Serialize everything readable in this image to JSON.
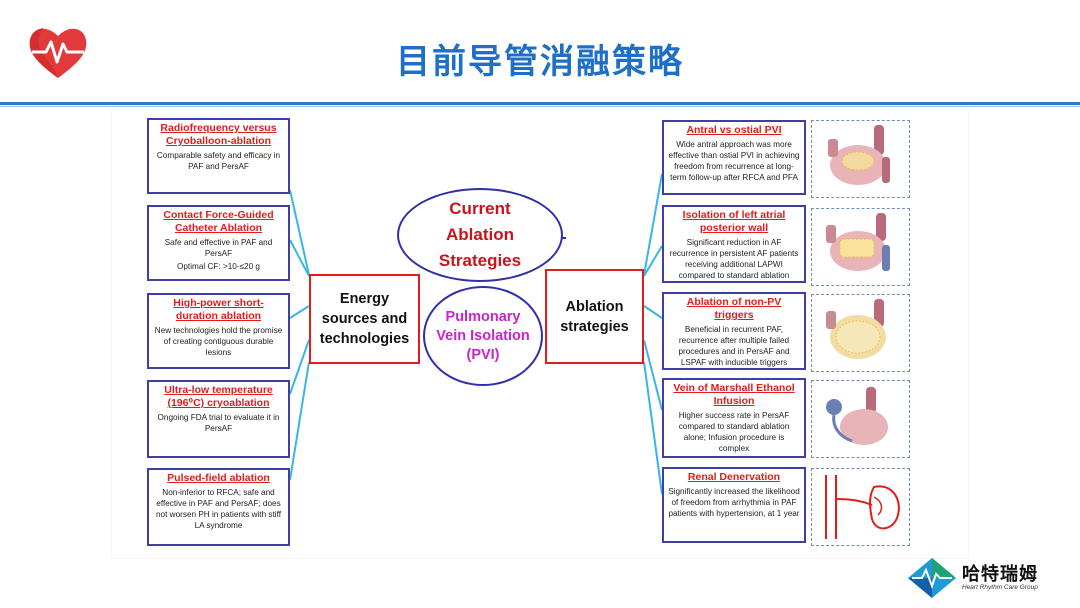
{
  "header": {
    "title": "目前导管消融策略"
  },
  "center": {
    "top_oval": [
      "Current",
      "Ablation",
      "Strategies"
    ],
    "pvi_oval": [
      "Pulmonary",
      "Vein Isolation",
      "(PVI)"
    ],
    "left_hub": [
      "Energy",
      "sources and",
      "technologies"
    ],
    "right_hub": [
      "Ablation",
      "strategies"
    ]
  },
  "left_items": [
    {
      "title": "Radiofrequency versus Cryoballoon-ablation",
      "desc": "Comparable safety and efficacy in PAF and PersAF"
    },
    {
      "title": "Contact Force-Guided Catheter Ablation",
      "desc": "Safe and effective in PAF and PersAF",
      "desc2": "Optimal CF: >10-≤20 g"
    },
    {
      "title": "High-power short-duration ablation",
      "desc": "New technologies hold the promise of creating contiguous durable lesions"
    },
    {
      "title": "Ultra-low temperature (196⁰C) cryoablation",
      "desc": "Ongoing FDA trial to evaluate it in PersAF"
    },
    {
      "title": "Pulsed-field ablation",
      "desc": "Non-inferior to RFCA; safe and effective in PAF and PersAF; does not worsen PH in patients with stiff LA syndrome"
    }
  ],
  "right_items": [
    {
      "title": "Antral vs ostial PVI",
      "desc": "Wide antral approach was more effective than ostial PVI in achieving freedom from recurrence at long-term follow-up after RFCA and PFA"
    },
    {
      "title": "Isolation of left atrial posterior wall",
      "desc": "Significant reduction in AF recurrence in persistent AF patients receiving additional LAPWI compared to standard ablation"
    },
    {
      "title": "Ablation of non-PV triggers",
      "desc": "Beneficial in recurrent PAF, recurrence after multiple failed procedures and in PersAF and LSPAF with inducible triggers"
    },
    {
      "title": "Vein of Marshall Ethanol Infusion",
      "desc": "Higher success rate in PersAF compared to standard ablation alone; Infusion procedure is complex"
    },
    {
      "title": "Renal Denervation",
      "desc": "Significantly increased the likelihood of freedom from arrhythmia in PAF patients with hypertension, at 1 year"
    }
  ],
  "brand": {
    "name": "哈特瑞姆",
    "subtitle": "Heart Rhythm Care Group"
  },
  "colors": {
    "title_blue": "#1e6fc8",
    "red": "#e01d1d",
    "navy": "#3f3fa6",
    "connector": "#38b6e6",
    "magenta": "#cc22cc"
  },
  "icons": [
    "heart-pulse-icon",
    "heart-anatomy-image",
    "kidney-anatomy-image",
    "brand-logo-icon"
  ]
}
